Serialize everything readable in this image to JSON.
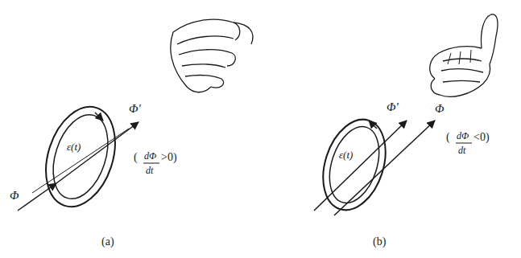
{
  "diagram": {
    "labels": [
      "ε(t)",
      "Φ",
      "Φ'",
      "(",
      "dΦ",
      "dt",
      ">0)",
      "(a)",
      "ε(t)",
      "Φ'",
      "Φ",
      "(",
      "dΦ",
      "dt",
      "<0)",
      "(b)"
    ]
  }
}
